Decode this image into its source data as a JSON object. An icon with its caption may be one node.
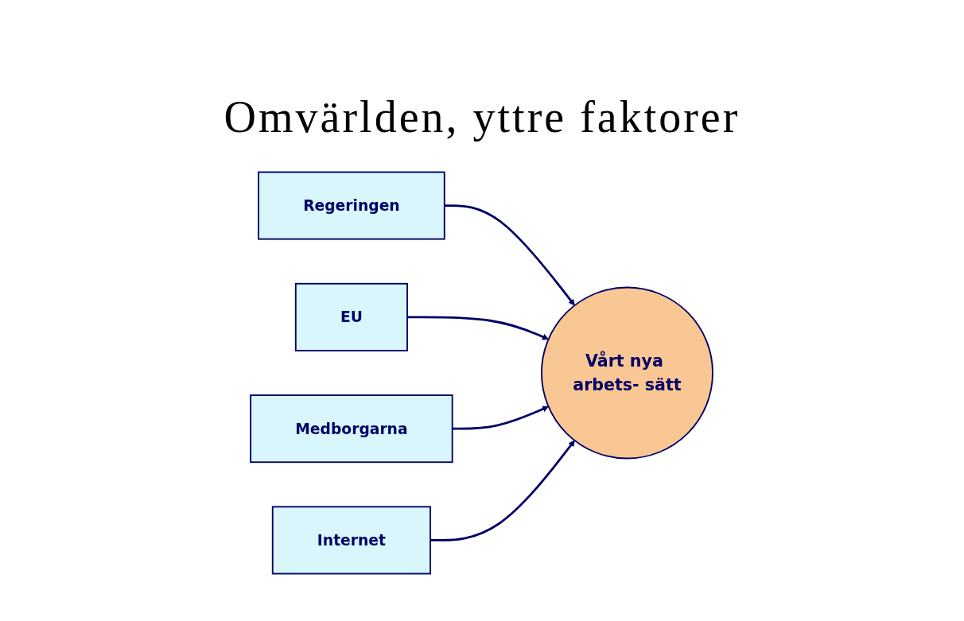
{
  "diagram": {
    "title": "Omvärlden, yttre faktorer",
    "nodes": [
      {
        "text": [
          "Regeringen"
        ]
      },
      {
        "text": [
          "EU"
        ]
      },
      {
        "text": [
          "Vårt nya arbets- sätt"
        ]
      },
      {
        "text": [
          "Medborgarna"
        ]
      },
      {
        "text": [
          "Internet"
        ]
      }
    ],
    "edges": [
      {
        "from": 0,
        "to": 2,
        "arrow": "to"
      },
      {
        "from": 1,
        "to": 2,
        "arrow": "to"
      },
      {
        "from": 3,
        "to": 2,
        "arrow": "to"
      },
      {
        "from": 4,
        "to": 2,
        "arrow": "to"
      }
    ]
  }
}
